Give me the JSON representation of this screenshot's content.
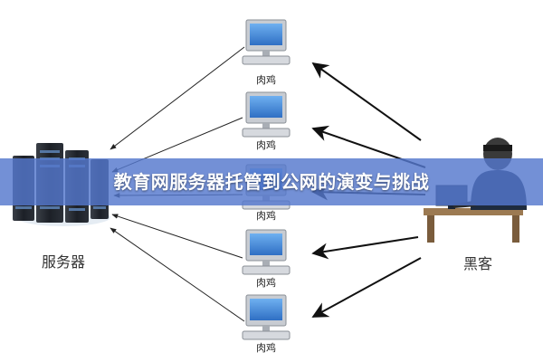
{
  "banner": {
    "title": "教育网服务器托管到公网的演变与挑战"
  },
  "server": {
    "label": "服务器"
  },
  "hacker": {
    "label": "黑客"
  },
  "bots": [
    {
      "label": "肉鸡"
    },
    {
      "label": "肉鸡"
    },
    {
      "label": "肉鸡"
    },
    {
      "label": "肉鸡"
    },
    {
      "label": "肉鸡"
    }
  ],
  "colors": {
    "banner": "#5478cd",
    "monitor_screen": "#3b7fd0",
    "arrow": "#222222"
  }
}
